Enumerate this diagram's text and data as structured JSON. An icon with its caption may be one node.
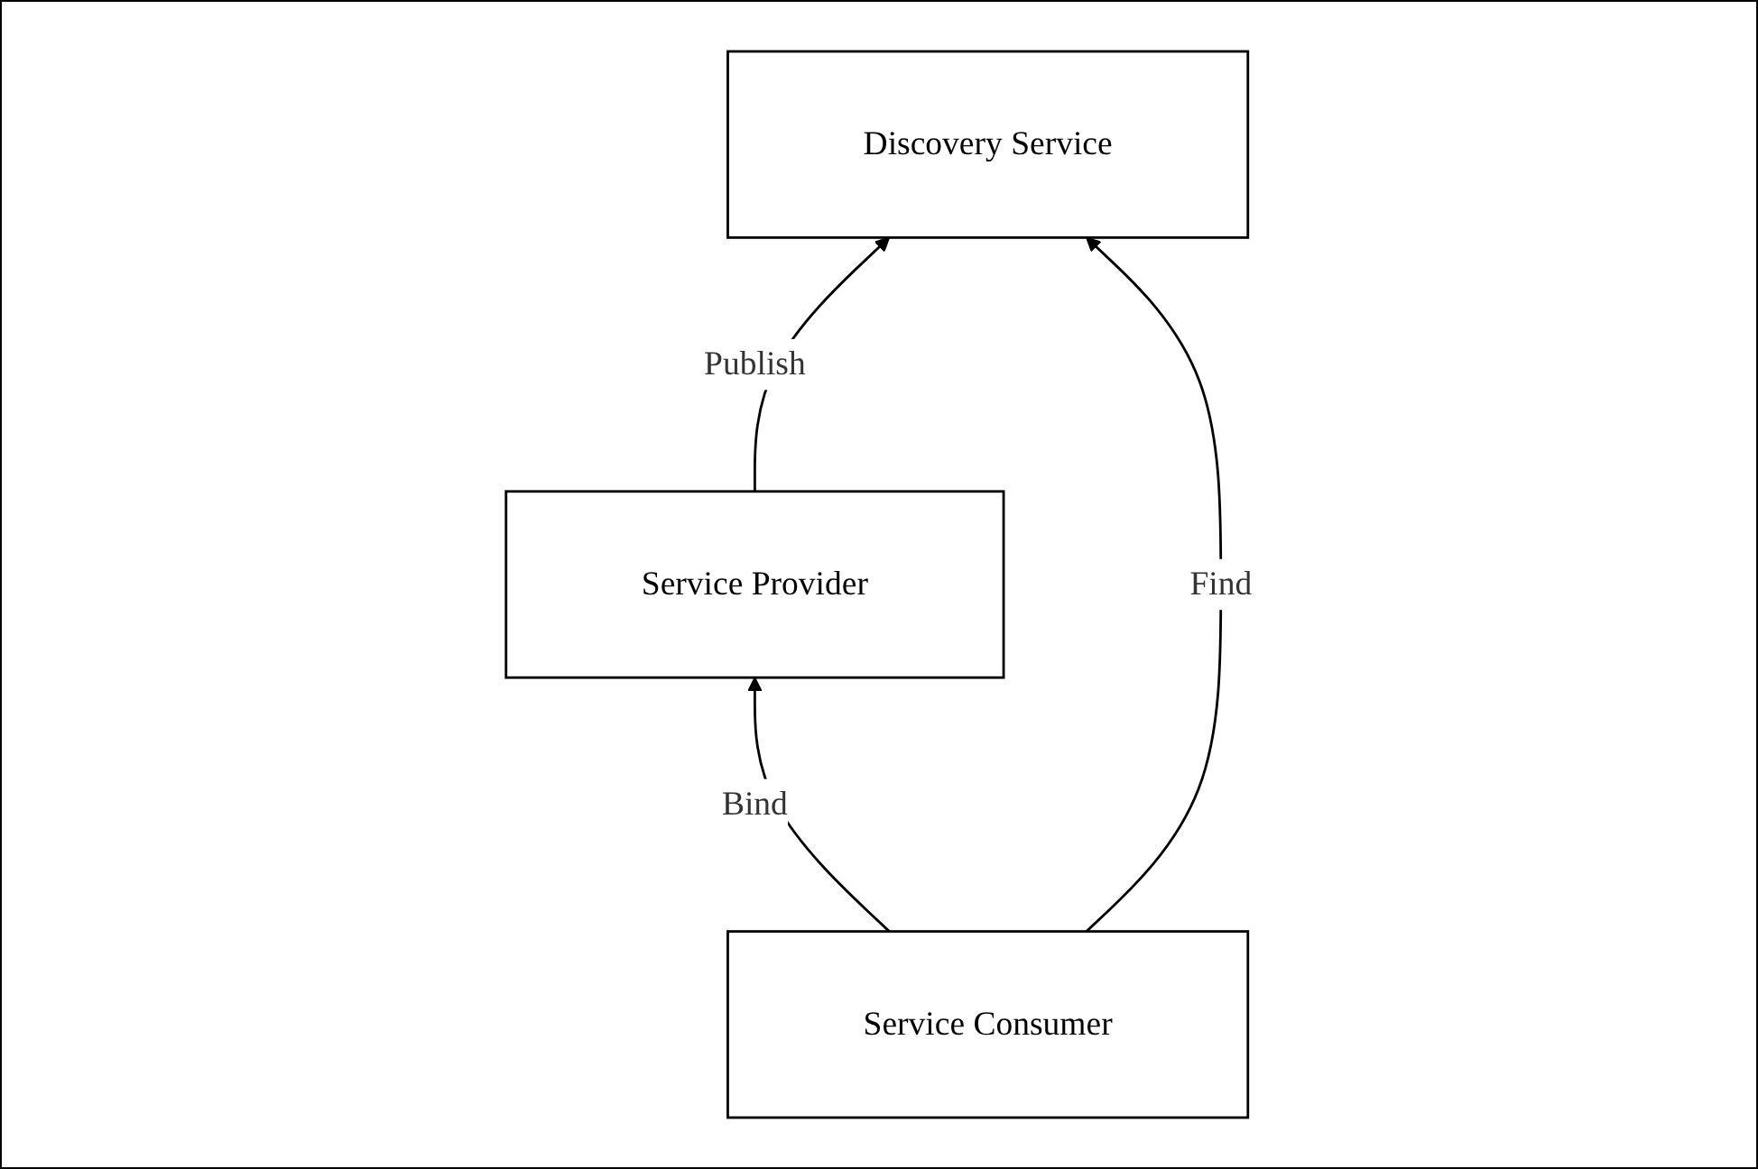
{
  "diagram": {
    "nodes": [
      {
        "text": [
          "Discovery Service"
        ]
      },
      {
        "text": [
          "Service Provider"
        ]
      },
      {
        "text": [
          "Service Consumer"
        ]
      }
    ],
    "edges": [
      {
        "from": 1,
        "to": 0,
        "arrow": "to",
        "label": "Publish"
      },
      {
        "from": 2,
        "to": 0,
        "arrow": "to",
        "label": "Find"
      },
      {
        "from": 2,
        "to": 1,
        "arrow": "to",
        "label": "Bind"
      }
    ]
  }
}
